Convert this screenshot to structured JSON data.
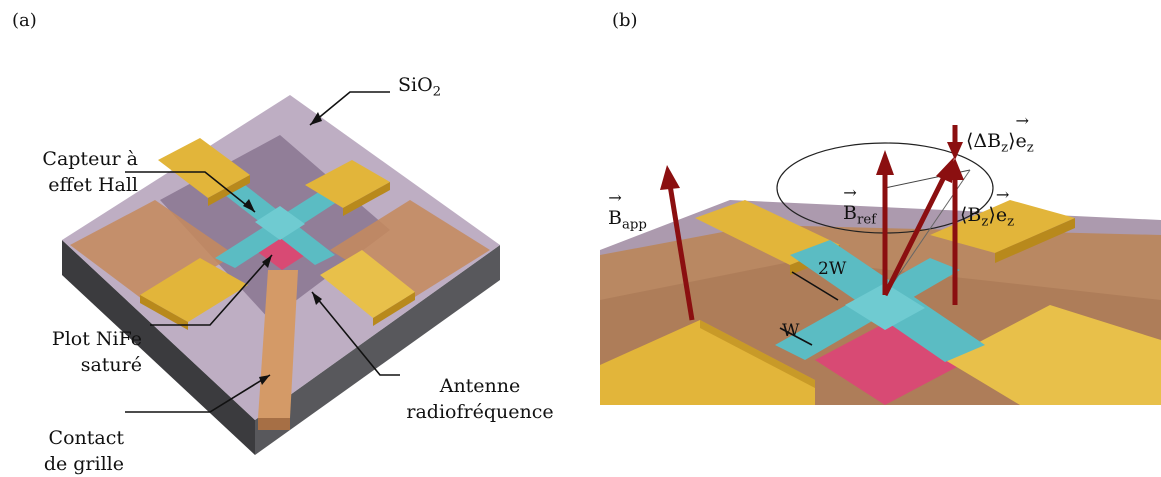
{
  "panel_a": {
    "letter": "(a)",
    "labels": {
      "sio2_main": "SiO",
      "sio2_sub": "2",
      "hall_line1": "Capteur à",
      "hall_line2": "effet Hall",
      "nife_line1": "Plot NiFe",
      "nife_line2": "saturé",
      "antenna_line1": "Antenne",
      "antenna_line2": "radiofréquence",
      "gate_line1": "Contact",
      "gate_line2": "de grille"
    }
  },
  "panel_b": {
    "letter": "(b)",
    "labels": {
      "b_app_main": "B",
      "b_app_sub": "app",
      "b_ref_main": "B",
      "b_ref_sub": "ref",
      "delta_bz_open": "⟨ΔB",
      "delta_bz_sub": "z",
      "delta_bz_close": "⟩",
      "delta_bz_vec": "e",
      "delta_bz_vec_sub": "z",
      "bz_open": "⟨B",
      "bz_sub": "z",
      "bz_close": "⟩",
      "bz_vec": "e",
      "bz_vec_sub": "z",
      "width_2w": "2W",
      "width_w": "W"
    }
  },
  "colors": {
    "gold": "#e2b53a",
    "gold_dark": "#b8891c",
    "cyan": "#5bbcc3",
    "cyan_dark": "#3e9aa2",
    "magenta": "#d84a74",
    "copper": "#c58a5c",
    "violet": "#9b85a3",
    "dark_slab": "#4f4f52",
    "arrow_red": "#8b0f10"
  }
}
